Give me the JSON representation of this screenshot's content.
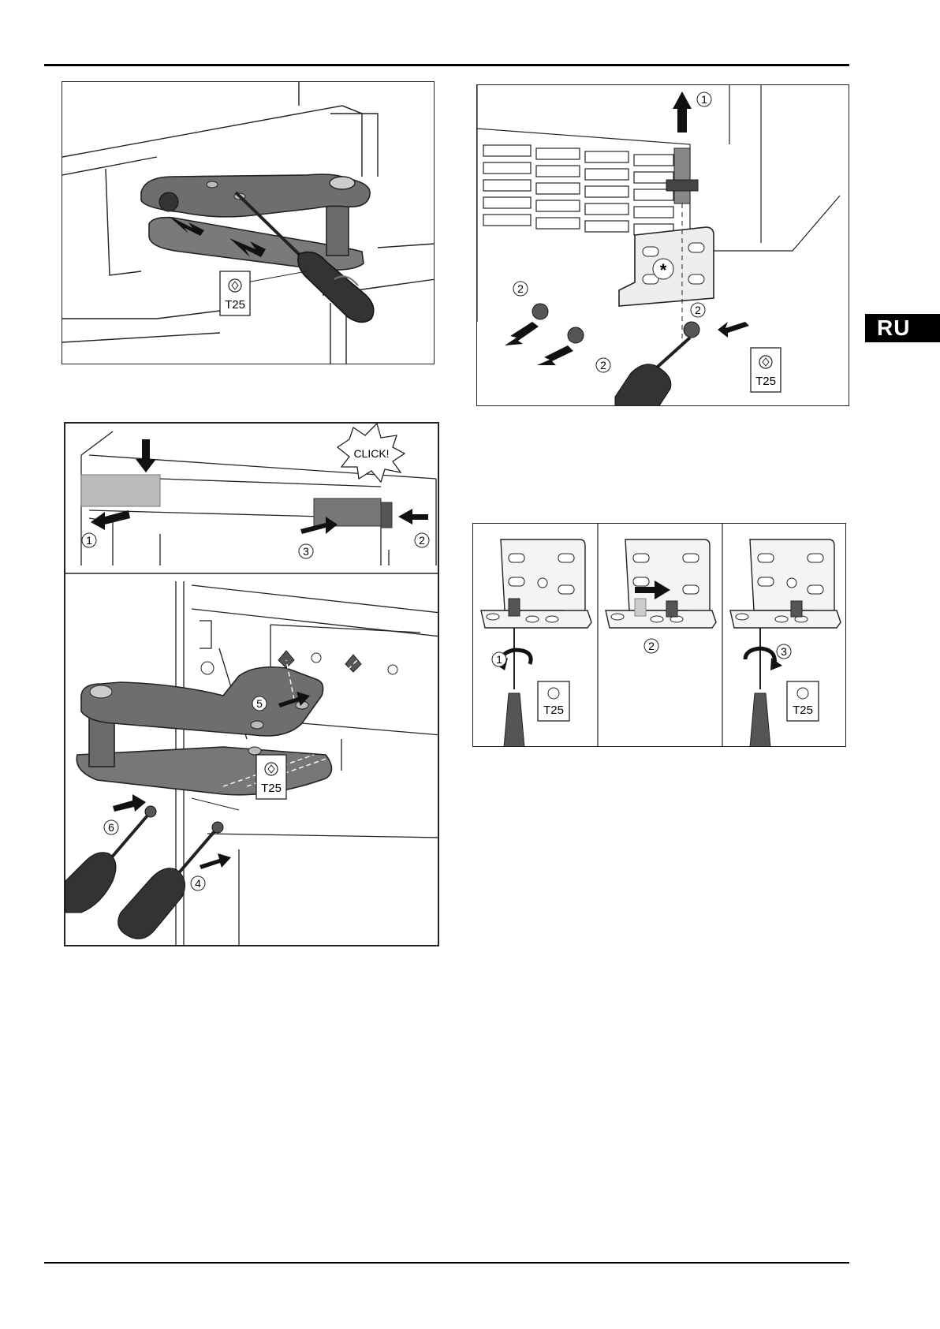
{
  "language_badge": "RU",
  "figures": {
    "fig1": {
      "tool": "T25"
    },
    "fig2": {
      "step1": "1",
      "step2": "2",
      "tool": "T25"
    },
    "fig3": {
      "click": "CLICK!",
      "s1": "1",
      "s2": "2",
      "s3": "3",
      "s4": "4",
      "s5": "5",
      "s6": "6",
      "tool": "T25"
    },
    "fig4": {
      "p1": "1",
      "p2": "2",
      "p3": "3",
      "tool": "T25"
    }
  },
  "colors": {
    "metal": "#7a7a7a",
    "metal_dark": "#4a4a4a",
    "outline": "#222222",
    "light": "#bdbdbd"
  },
  "icons": [
    "torx-icon",
    "screwdriver-icon",
    "arrow-icon",
    "rotate-icon",
    "click-burst-icon"
  ]
}
